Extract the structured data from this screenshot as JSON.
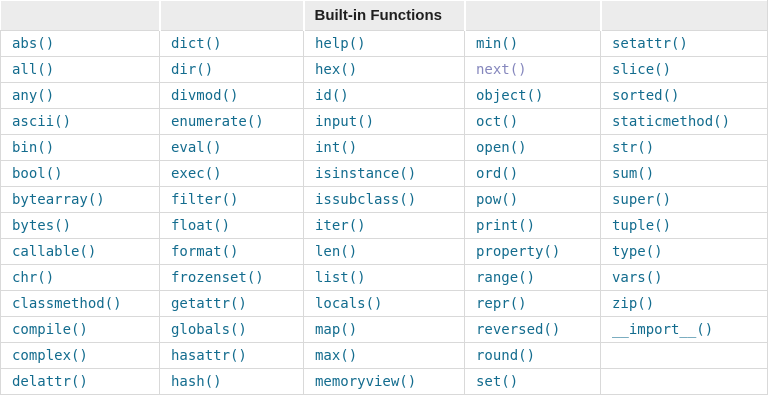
{
  "table": {
    "header": {
      "title": "Built-in Functions"
    },
    "visited_link": "next()",
    "colors": {
      "link": "#136c8e",
      "visited_link": "#8587bd",
      "header_bg": "#ececec",
      "header_text": "#1f1f1f",
      "border": "#d9d9d9"
    },
    "rows": [
      [
        "abs()",
        "dict()",
        "help()",
        "min()",
        "setattr()"
      ],
      [
        "all()",
        "dir()",
        "hex()",
        "next()",
        "slice()"
      ],
      [
        "any()",
        "divmod()",
        "id()",
        "object()",
        "sorted()"
      ],
      [
        "ascii()",
        "enumerate()",
        "input()",
        "oct()",
        "staticmethod()"
      ],
      [
        "bin()",
        "eval()",
        "int()",
        "open()",
        "str()"
      ],
      [
        "bool()",
        "exec()",
        "isinstance()",
        "ord()",
        "sum()"
      ],
      [
        "bytearray()",
        "filter()",
        "issubclass()",
        "pow()",
        "super()"
      ],
      [
        "bytes()",
        "float()",
        "iter()",
        "print()",
        "tuple()"
      ],
      [
        "callable()",
        "format()",
        "len()",
        "property()",
        "type()"
      ],
      [
        "chr()",
        "frozenset()",
        "list()",
        "range()",
        "vars()"
      ],
      [
        "classmethod()",
        "getattr()",
        "locals()",
        "repr()",
        "zip()"
      ],
      [
        "compile()",
        "globals()",
        "map()",
        "reversed()",
        "__import__()"
      ],
      [
        "complex()",
        "hasattr()",
        "max()",
        "round()",
        ""
      ],
      [
        "delattr()",
        "hash()",
        "memoryview()",
        "set()",
        ""
      ]
    ]
  }
}
